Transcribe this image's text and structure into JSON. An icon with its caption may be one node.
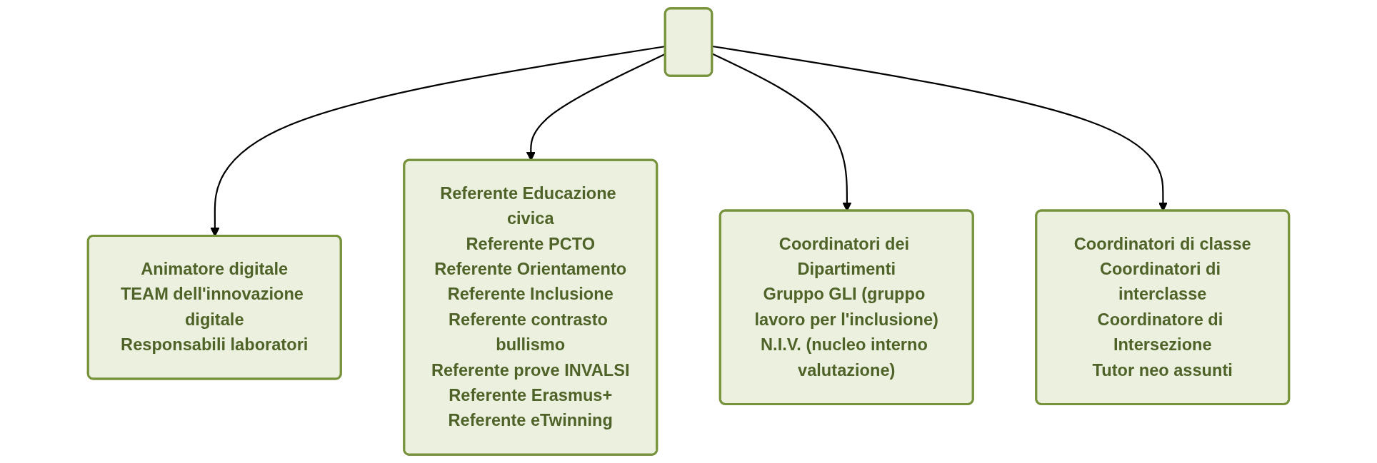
{
  "diagram": {
    "nodes": [
      {
        "text": [],
        "shape": "box"
      },
      {
        "text": [
          "Animatore digitale",
          "TEAM dell'innovazione digitale",
          "Responsabili laboratori"
        ]
      },
      {
        "text": [
          "Referente Educazione civica",
          "Referente PCTO",
          "Referente Orientamento",
          "Referente Inclusione",
          "Referente contrasto bullismo",
          "Referente prove INVALSI",
          "Referente Erasmus+",
          "Referente eTwinning"
        ]
      },
      {
        "text": [
          "Coordinatori dei Dipartimenti",
          "Gruppo GLI (gruppo lavoro per l'inclusione)",
          "N.I.V. (nucleo interno valutazione)"
        ]
      },
      {
        "text": [
          "Coordinatori di classe",
          "Coordinatori di interclasse",
          "Coordinatore di Intersezione",
          "Tutor neo assunti"
        ]
      }
    ],
    "edges": [
      {
        "from": 0,
        "to": 1,
        "arrow": "to"
      },
      {
        "from": 0,
        "to": 2,
        "arrow": "to"
      },
      {
        "from": 0,
        "to": 3,
        "arrow": "to"
      },
      {
        "from": 0,
        "to": 4,
        "arrow": "to"
      }
    ]
  }
}
